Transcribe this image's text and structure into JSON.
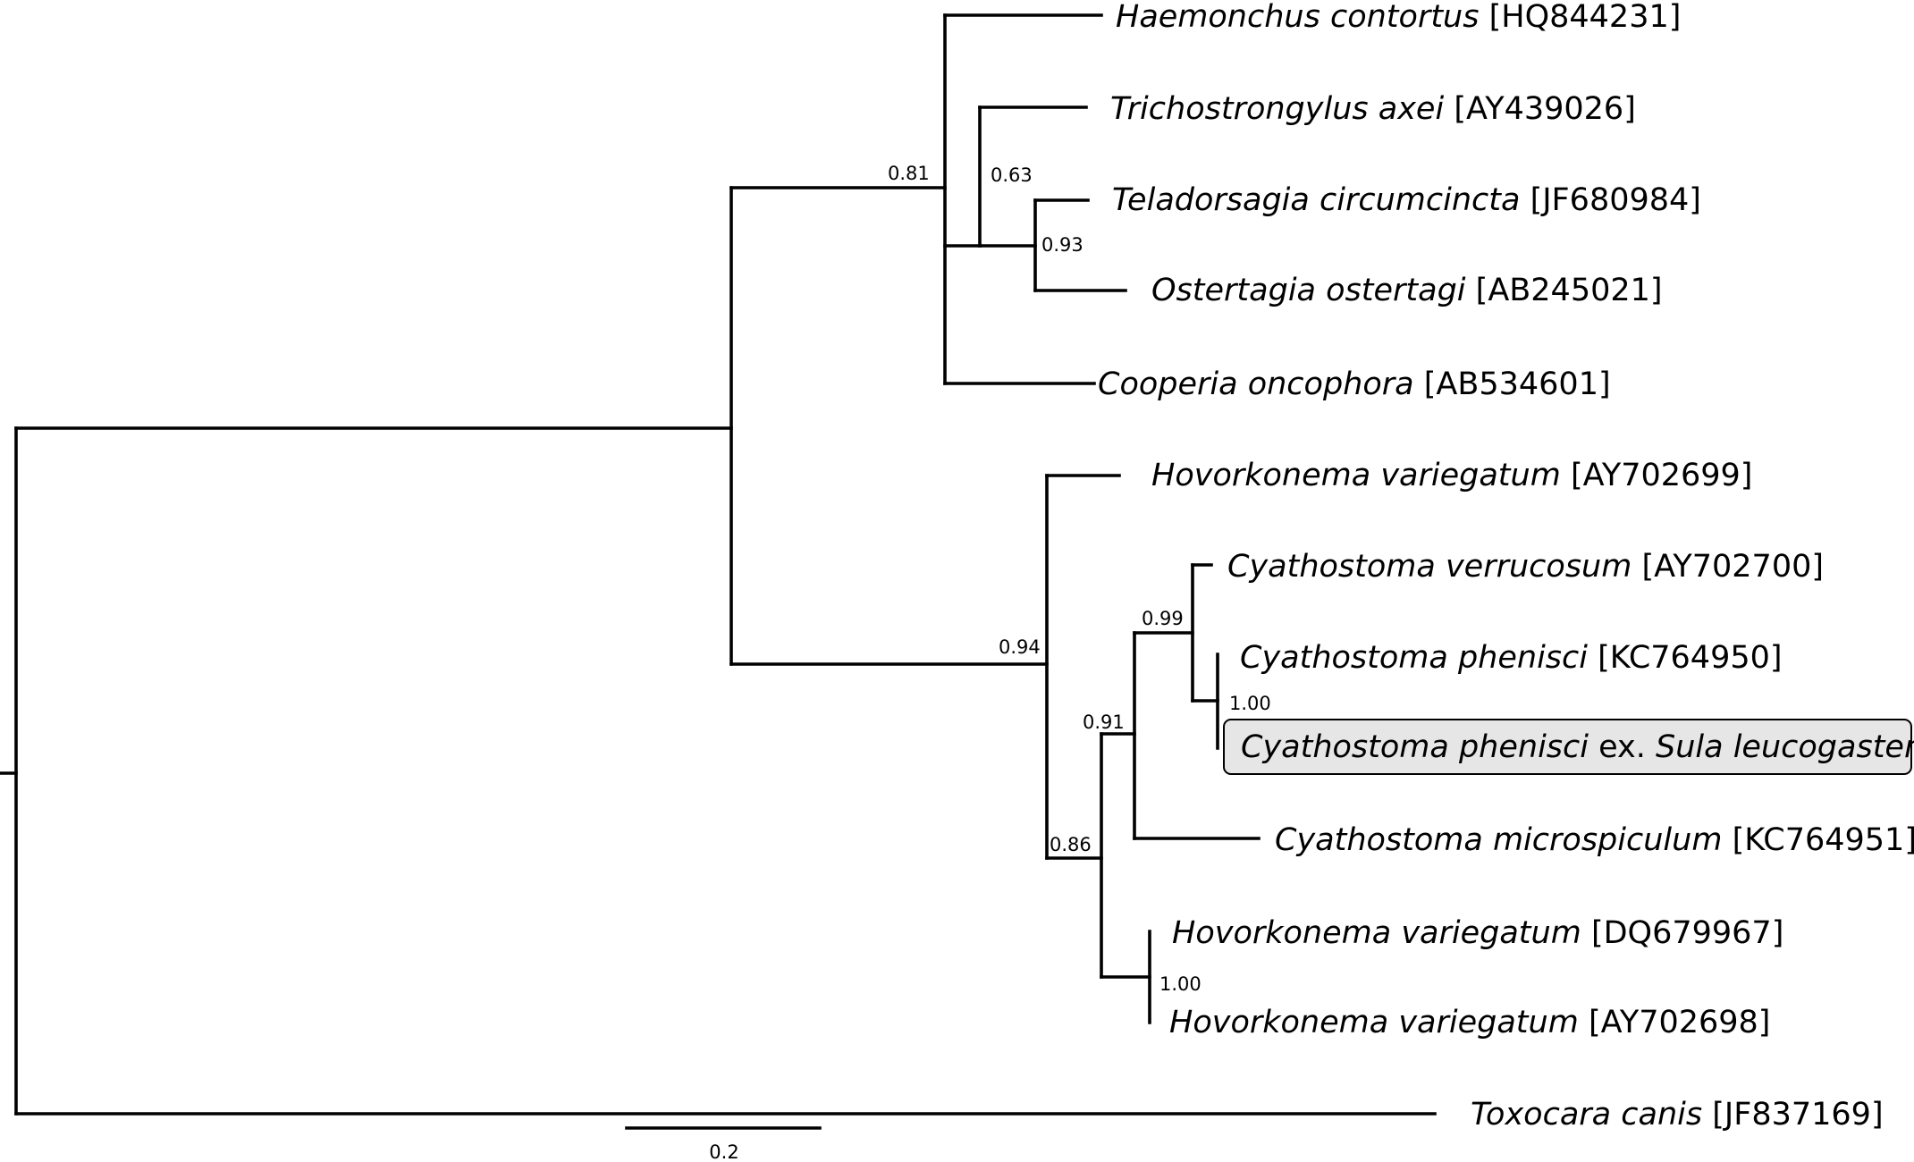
{
  "tree": {
    "taxa": [
      {
        "species": "Haemonchus contortus",
        "accession": "[HQ844231]"
      },
      {
        "species": "Trichostrongylus axei",
        "accession": "[AY439026]"
      },
      {
        "species": "Teladorsagia circumcincta",
        "accession": "[JF680984]"
      },
      {
        "species": "Ostertagia ostertagi",
        "accession": "[AB245021]"
      },
      {
        "species": "Cooperia oncophora",
        "accession": "[AB534601]"
      },
      {
        "species": "Hovorkonema variegatum",
        "accession": "[AY702699]"
      },
      {
        "species": "Cyathostoma verrucosum",
        "accession": "[AY702700]"
      },
      {
        "species": "Cyathostoma phenisci",
        "accession": "[KC764950]"
      },
      {
        "species": "Cyathostoma phenisci",
        "mid": " ex. ",
        "host": "Sula leucogaster",
        "highlighted": true
      },
      {
        "species": "Cyathostoma microspiculum",
        "accession": "[KC764951]"
      },
      {
        "species": "Hovorkonema variegatum",
        "accession": "[DQ679967]"
      },
      {
        "species": "Hovorkonema variegatum",
        "accession": "[AY702698]"
      },
      {
        "species": "Toxocara canis",
        "accession": "[JF837169]"
      }
    ],
    "support_values": [
      {
        "clade": "trichostrongylid",
        "value": "0.81"
      },
      {
        "clade": "trichostrongylus-ostertagia",
        "value": "0.63"
      },
      {
        "clade": "teladorsagia-ostertagia",
        "value": "0.93"
      },
      {
        "clade": "hovorkonema-cyathostoma",
        "value": "0.94"
      },
      {
        "clade": "cyathostoma-hovorkonema-inner",
        "value": "0.86"
      },
      {
        "clade": "cyathostoma",
        "value": "0.91"
      },
      {
        "clade": "verrucosum-phenisci",
        "value": "0.99"
      },
      {
        "clade": "phenisci",
        "value": "1.00"
      },
      {
        "clade": "hovorkonema-pair",
        "value": "1.00"
      }
    ],
    "scale_bar": {
      "label": "0.2"
    }
  }
}
